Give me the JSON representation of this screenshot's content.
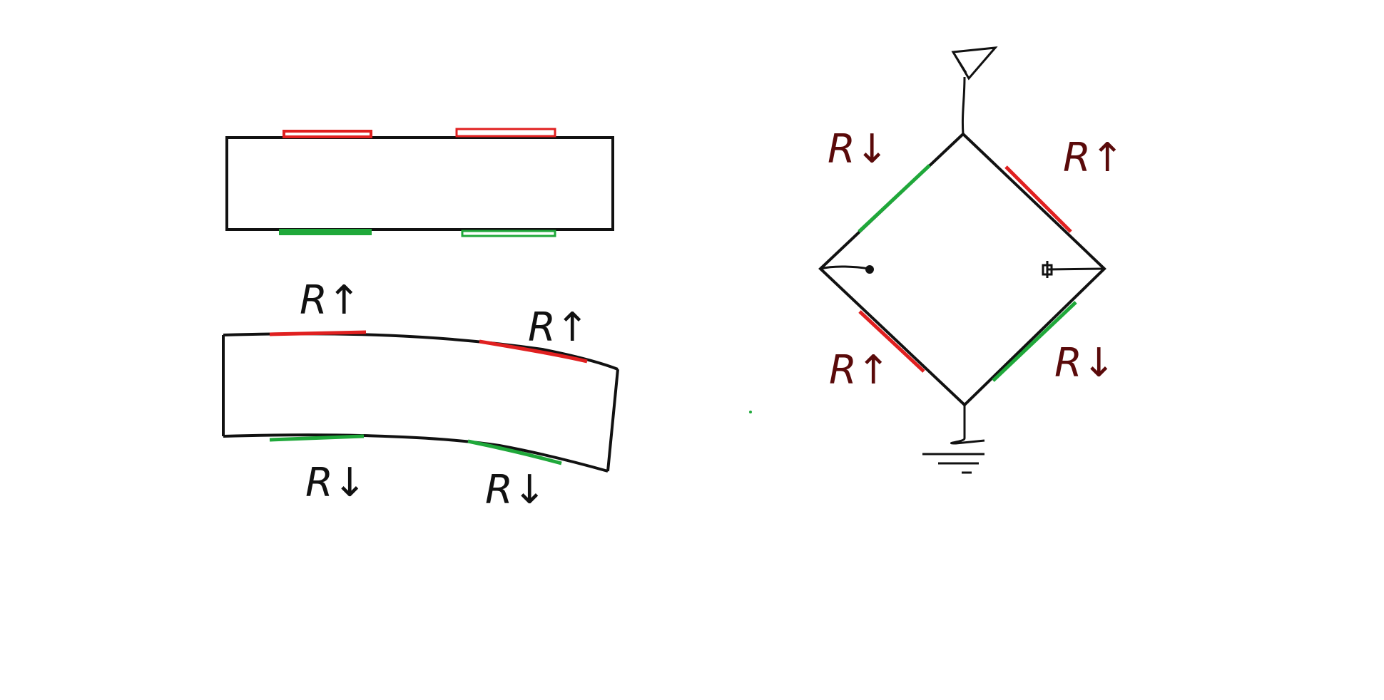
{
  "colors": {
    "background": "#ffffff",
    "ink": "#111111",
    "red_gauge": "#e02020",
    "green_gauge": "#1fa83a",
    "maroon_ink": "#5a0a0a"
  },
  "beam_labels": {
    "top_left": "R↑",
    "top_right": "R↑",
    "bottom_left": "R↓",
    "bottom_right": "R↓"
  },
  "bridge_labels": {
    "upper_left": "R↓",
    "upper_right": "R↑",
    "lower_left": "R↑",
    "lower_right": "R↓"
  },
  "icons": {
    "supply": "antenna-triangle-icon",
    "ground": "ground-symbol-icon"
  }
}
